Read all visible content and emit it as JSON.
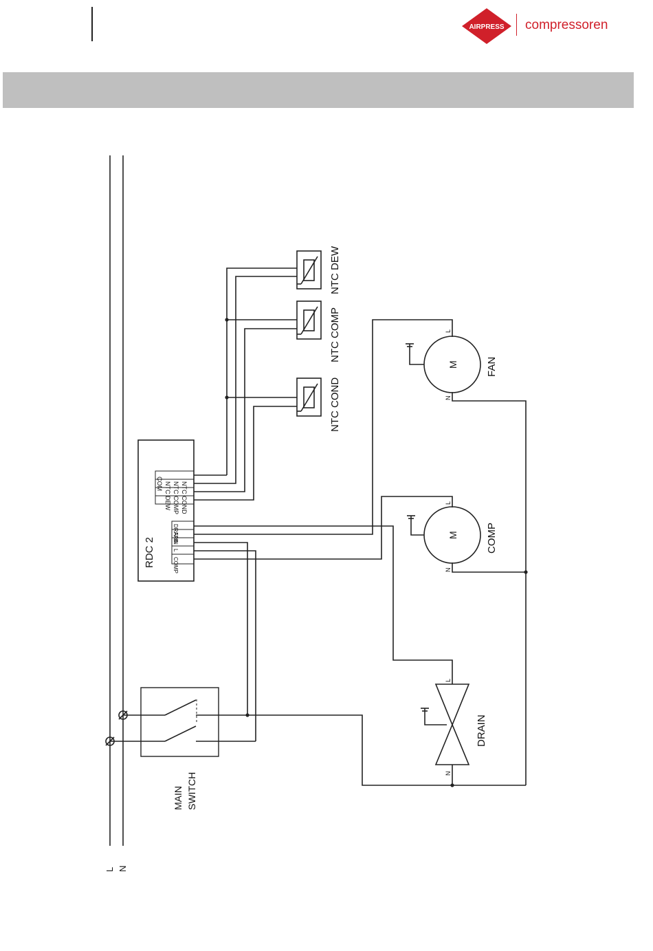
{
  "header": {
    "logo_text": "AIRPRESS",
    "brand_text": "compressoren",
    "colors": {
      "brand": "#d0202a",
      "bar": "#bfbfbf"
    }
  },
  "diagram": {
    "rails": {
      "l": "L",
      "n": "N"
    },
    "main_switch": [
      "MAIN",
      "SWITCH"
    ],
    "controller": "RDC 2",
    "controller_terminals": [
      "COM",
      "NTC DEW",
      "NTC COMP",
      "NTC COND"
    ],
    "output_terminals": [
      "DRAIN",
      "FAN",
      "N",
      "L",
      "COMP"
    ],
    "sensors": [
      "NTC DEW",
      "NTC COMP",
      "NTC COND"
    ],
    "loads": {
      "fan": {
        "label": "FAN",
        "motor": "M"
      },
      "comp": {
        "label": "COMP",
        "motor": "M"
      },
      "drain": {
        "label": "DRAIN"
      }
    },
    "pin_l": "L",
    "pin_n": "N"
  }
}
